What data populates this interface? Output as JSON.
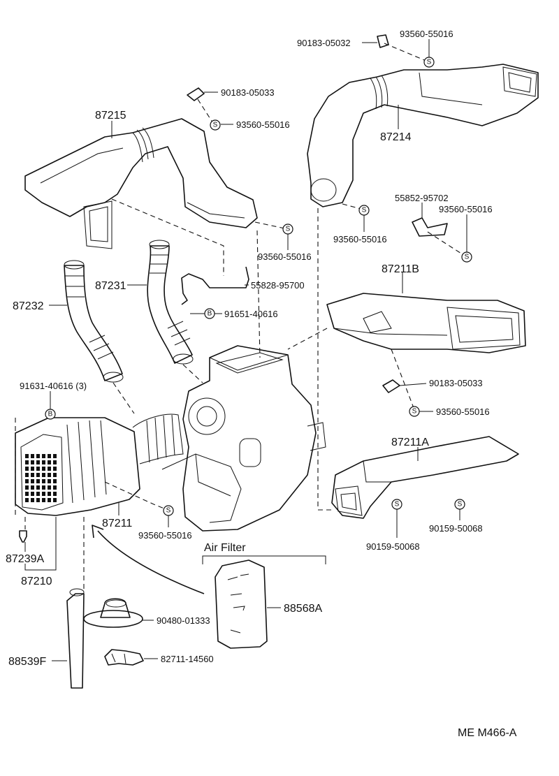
{
  "labels": {
    "l01": "90183-05032",
    "l02": "93560-55016",
    "l03": "90183-05033",
    "l04": "87215",
    "l05": "93560-55016",
    "l06": "87214",
    "l07": "93560-55016",
    "l08": "55852-95702",
    "l09": "93560-55016",
    "l10": "93560-55016",
    "l11": "87231",
    "l12": "55828-95700",
    "l13": "87211B",
    "l14": "87232",
    "l15": "91651-40616",
    "l16": "91631-40616 (3)",
    "l17": "90183-05033",
    "l18": "93560-55016",
    "l19": "87211A",
    "l20": "87211",
    "l21": "93560-55016",
    "l22": "90159-50068",
    "l23": "90159-50068",
    "l24": "87239A",
    "l25": "87210",
    "l26": "88568A",
    "l27": "90480-01333",
    "l28": "88539F",
    "l29": "82711-14560"
  },
  "air_filter_title": "Air Filter",
  "diagram_code": "ME M466-A",
  "symbols": {
    "s": "S",
    "b": "B"
  }
}
